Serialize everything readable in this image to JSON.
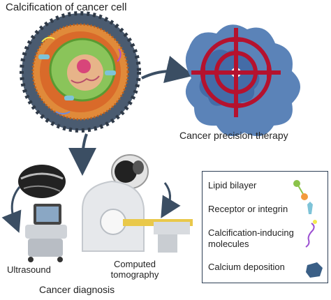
{
  "title": "Calcification of cancer cell",
  "therapy_label": "Cancer precision therapy",
  "ultrasound_label": "Ultrasound",
  "ct_label": "Computed tomography",
  "diagnosis_label": "Cancer diagnosis",
  "legend": {
    "items": [
      {
        "label": "Lipid bilayer",
        "icon": "lipid-bilayer-icon"
      },
      {
        "label": "Receptor or integrin",
        "icon": "receptor-icon"
      },
      {
        "label": "Calcification-inducing molecules",
        "icon": "molecule-icon"
      },
      {
        "label": "Calcium deposition",
        "icon": "calcium-icon"
      }
    ]
  },
  "colors": {
    "arrow": "#3b4e63",
    "target_red": "#b5122e",
    "cell_shell": "#4a5b70",
    "target_blob": "#5b83b8",
    "legend_border": "#2e3f55"
  }
}
